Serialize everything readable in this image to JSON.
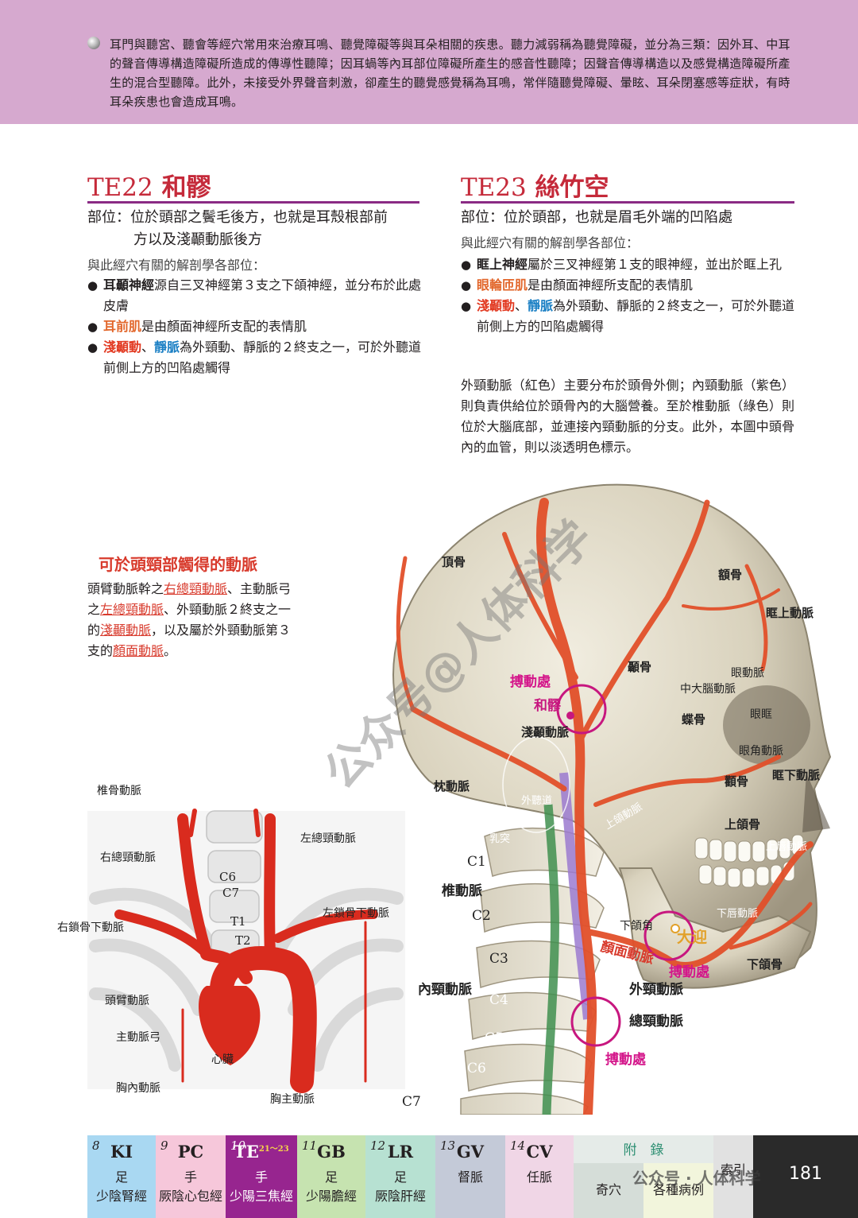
{
  "intro": "耳門與聽宮、聽會等經穴常用來治療耳鳴、聽覺障礙等與耳朵相關的疾患。聽力減弱稱為聽覺障礙，並分為三類：因外耳、中耳的聲音傳導構造障礙所造成的傳導性聽障；因耳蝸等內耳部位障礙所產生的感音性聽障；因聲音傳導構造以及感覺構造障礙所產生的混合型聽障。此外，未接受外界聲音刺激，卻產生的聽覺感覺稱為耳鳴，常伴隨聽覺障礙、暈眩、耳朵閉塞感等症狀，有時耳朵疾患也會造成耳鳴。",
  "te22": {
    "code": "TE22",
    "name": "和髎",
    "loc_label": "部位：",
    "loc_1": "位於頭部之鬢毛後方，也就是耳殼根部前",
    "loc_2": "方以及淺顳動脈後方",
    "anat": "與此經穴有關的解剖學各部位：",
    "b1_key": "耳顳神經",
    "b1_rest": "源自三叉神經第３支之下頜神經，並分布於此處皮膚",
    "b2_key": "耳前肌",
    "b2_rest": "是由顏面神經所支配的表情肌",
    "b3_key1": "淺顳動",
    "b3_sep": "、",
    "b3_key2": "靜脈",
    "b3_rest": "為外頸動、靜脈的２終支之一，可於外聽道前側上方的凹陷處觸得"
  },
  "te23": {
    "code": "TE23",
    "name": "絲竹空",
    "loc_label": "部位：",
    "loc_1": "位於頭部，也就是眉毛外端的凹陷處",
    "anat": "與此經穴有關的解剖學各部位：",
    "b1_key": "眶上神經",
    "b1_rest": "屬於三叉神經第１支的眼神經，並出於眶上孔",
    "b2_key": "眼輪匝肌",
    "b2_rest": "是由顏面神經所支配的表情肌",
    "b3_key1": "淺顳動",
    "b3_sep": "、",
    "b3_key2": "靜脈",
    "b3_rest": "為外頸動、靜脈的２終支之一，可於外聽道前側上方的凹陷處觸得"
  },
  "para": "外頸動脈（紅色）主要分布於頭骨外側；內頸動脈（紫色）則負責供給位於頭骨內的大腦營養。至於椎動脈（綠色）則位於大腦底部，並連接內頸動脈的分支。此外，本圖中頭骨內的血管，則以淡透明色標示。",
  "palp": {
    "title": "可於頭頸部觸得的動脈",
    "t1": "頭臂動脈幹之",
    "k1": "右總頸動脈",
    "t2": "、主動脈弓之",
    "k2": "左總頸動脈",
    "t3": "、外頸動脈２終支之一的",
    "k3": "淺顳動脈",
    "t4": "，以及屬於外頸動脈第３支的",
    "k4": "顏面動脈",
    "t5": "。"
  },
  "skull_labels": {
    "parietal": "頂骨",
    "frontal": "額骨",
    "supraorbital_a": "眶上動脈",
    "temporal": "顳骨",
    "ophthalmic_a": "眼動脈",
    "mid_meningeal": "中大腦動脈",
    "pulse1": "搏動處",
    "heliao": "和髎",
    "sphenoid": "蝶骨",
    "orbit": "眼眶",
    "superficial_temporal": "淺顳動脈",
    "angular_a": "眼角動脈",
    "occipital_a": "枕動脈",
    "zygomatic": "顴骨",
    "infraorbital_a": "眶下動脈",
    "ear_canal": "外聽道",
    "maxillary_a": "上頜動脈",
    "maxilla": "上頜骨",
    "mastoid": "乳突",
    "superior_labial": "上唇動脈",
    "c1": "C1",
    "vertebral_a": "椎動脈",
    "inferior_labial": "下唇動脈",
    "c2": "C2",
    "mandible_angle": "下頜角",
    "daying": "大迎",
    "facial_a": "顏面動脈",
    "pulse2": "搏動處",
    "mandible": "下頜骨",
    "c3": "C3",
    "internal_carotid": "內頸動脈",
    "external_carotid": "外頸動脈",
    "c4": "C4",
    "common_carotid": "總頸動脈",
    "c5": "C5",
    "pulse3": "搏動處",
    "c6": "C6",
    "c7": "C7"
  },
  "chest_labels": {
    "vertebral_a": "椎骨動脈",
    "left_common_carotid": "左總頸動脈",
    "right_common_carotid": "右總頸動脈",
    "c6": "C6",
    "c7": "C7",
    "left_subclavian": "左鎖骨下動脈",
    "right_subclavian": "右鎖骨下動脈",
    "t1": "T1",
    "t2": "T2",
    "brachiocephalic": "頭臂動脈",
    "aortic_arch": "主動脈弓",
    "heart": "心臟",
    "internal_thoracic": "胸內動脈",
    "thoracic_aorta": "胸主動脈"
  },
  "watermark": "公众号@人体科学",
  "nav": [
    {
      "num": "8",
      "code": "KI",
      "l1": "足",
      "l2": "少陰腎經",
      "bg": "#a9d8f2"
    },
    {
      "num": "9",
      "code": "PC",
      "l1": "手",
      "l2": "厥陰心包經",
      "bg": "#f6c7da"
    },
    {
      "num": "10",
      "code": "TE",
      "sup": "21～23",
      "l1": "手",
      "l2": "少陽三焦經",
      "bg": "#97258f"
    },
    {
      "num": "11",
      "code": "GB",
      "l1": "足",
      "l2": "少陽膽經",
      "bg": "#c6e3b0"
    },
    {
      "num": "12",
      "code": "LR",
      "l1": "足",
      "l2": "厥陰肝經",
      "bg": "#b7e1d2"
    },
    {
      "num": "13",
      "code": "GV",
      "l1": "督脈",
      "l2": "",
      "bg": "#c4cad8"
    },
    {
      "num": "14",
      "code": "CV",
      "l1": "任脈",
      "l2": "",
      "bg": "#f0d6e6"
    }
  ],
  "appendix": {
    "label": "附　錄",
    "left": "奇穴",
    "right": "各種病例",
    "index": "索引",
    "page": "181"
  },
  "footer_wm": "公众号 · 人体科学"
}
